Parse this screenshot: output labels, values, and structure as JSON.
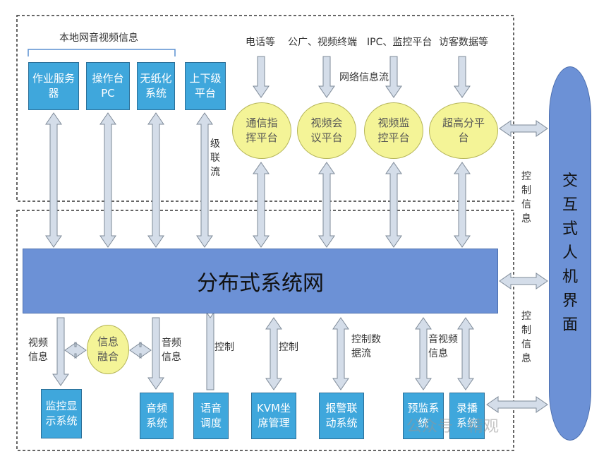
{
  "top_group_label": "本地网音视频信息",
  "sources": [
    "电话等",
    "公广、视频终端",
    "IPC、监控平台",
    "访客数据等"
  ],
  "network_flow_label": "网络信息流",
  "cascade_label": "级联流",
  "local_boxes": [
    "作业服务\n器",
    "操作台\nPC",
    "无纸化\n系统",
    "上下级\n平台"
  ],
  "platforms": [
    "通信指\n挥平台",
    "视频会\n议平台",
    "视频监\n控平台",
    "超高分平\n台"
  ],
  "bus_label": "分布式系统网",
  "hmi_label": "交互式人机界面",
  "control_info_label": "控制信息",
  "fusion_label": "信息\n融合",
  "bottom_flow_labels": {
    "video_info": "视频\n信息",
    "audio_info": "音频\n信息",
    "control": "控制",
    "control2": "控制",
    "control_data": "控制数\n据流",
    "av_info": "音视频\n信息"
  },
  "bottom_boxes": [
    "监控显\n示系统",
    "音频\n系统",
    "语音\n调度",
    "KVM坐\n席管理",
    "报警联\n动系统",
    "预监系\n统",
    "录播\n系统"
  ],
  "watermark": "公众号 · 精观",
  "colors": {
    "box_fill": "#3fa7dc",
    "ellipse_fill": "#f4f497",
    "bus_fill": "#6c91d6",
    "arrow_fill": "#d4dde9"
  }
}
